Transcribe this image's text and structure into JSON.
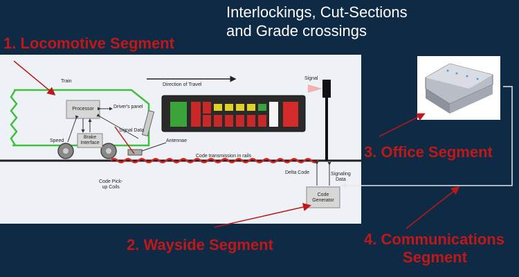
{
  "header": {
    "title_line1": "Interlockings, Cut-Sections",
    "title_line2": "and Grade crossings"
  },
  "segments": {
    "locomotive": "1. Locomotive Segment",
    "wayside": "2. Wayside Segment",
    "office": "3. Office Segment",
    "communications_line1": "4. Communications",
    "communications_line2": "Segment"
  },
  "diagram_labels": {
    "train": "Train",
    "direction": "Direction of Travel",
    "signal": "Signal",
    "processor": "Processor",
    "drivers_panel": "Driver's panel",
    "signal_data": "Signal Data",
    "brake_line1": "Brake",
    "brake_line2": "Interface",
    "speed": "Speed",
    "antennae": "Antennae",
    "code_transmission": "Code transmission in rails",
    "code_pickup_line1": "Code Pick-",
    "code_pickup_line2": "up Coils",
    "delta_code": "Delta Code",
    "signaling_line1": "Signaling",
    "signaling_line2": "Data",
    "code_gen_line1": "Code",
    "code_gen_line2": "Generator"
  },
  "colors": {
    "label_red": "#c01818",
    "background": "#0f2a44",
    "panel": "#eef1f5"
  },
  "icons": [
    "locomotive-outline",
    "wheel-icon",
    "signal-mast-icon",
    "office-building-icon",
    "cab-display-icon"
  ]
}
